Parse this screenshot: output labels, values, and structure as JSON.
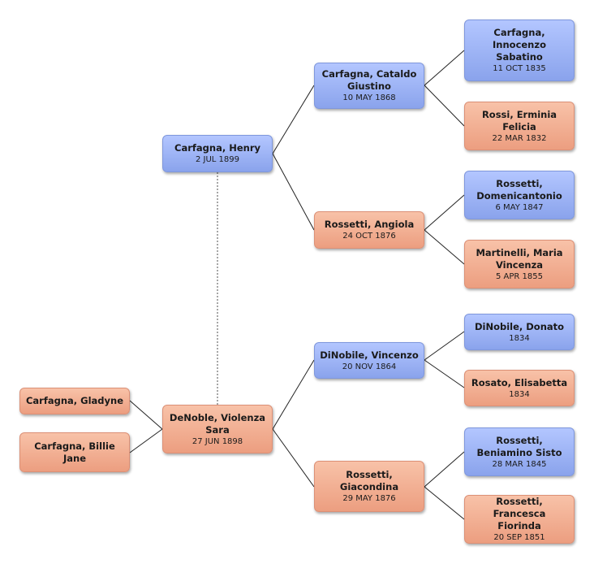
{
  "person": {
    "name": "DeNoble, Violenza Sara",
    "date": "27 JUN 1898"
  },
  "spouse": {
    "name": "Carfagna, Henry",
    "date": "2 JUL 1899"
  },
  "children": [
    {
      "name": "Carfagna, Gladyne"
    },
    {
      "name": "Carfagna, Billie Jane"
    }
  ],
  "spouse_parents": {
    "father": {
      "name": "Carfagna, Cataldo Giustino",
      "date": "10 MAY 1868"
    },
    "mother": {
      "name": "Rossetti, Angiola",
      "date": "24 OCT 1876"
    }
  },
  "person_parents": {
    "father": {
      "name": "DiNobile, Vincenzo",
      "date": "20 NOV 1864"
    },
    "mother": {
      "name": "Rossetti, Giacondina",
      "date": "29 MAY 1876"
    }
  },
  "great_grandparents": [
    {
      "name": "Carfagna, Innocenzo Sabatino",
      "date": "11 OCT 1835"
    },
    {
      "name": "Rossi, Erminia Felicia",
      "date": "22 MAR 1832"
    },
    {
      "name": "Rossetti, Domenicantonio",
      "date": "6 MAY 1847"
    },
    {
      "name": "Martinelli, Maria Vincenza",
      "date": "5 APR 1855"
    },
    {
      "name": "DiNobile, Donato",
      "date": "1834"
    },
    {
      "name": "Rosato, Elisabetta",
      "date": "1834"
    },
    {
      "name": "Rossetti, Beniamino Sisto",
      "date": "28 MAR 1845"
    },
    {
      "name": "Rossetti, Francesca Fiorinda",
      "date": "20 SEP 1851"
    }
  ],
  "colors": {
    "male": "#8aa3ec",
    "female": "#ec9e80",
    "connector": "#222222",
    "marriage_line": "#777777"
  }
}
